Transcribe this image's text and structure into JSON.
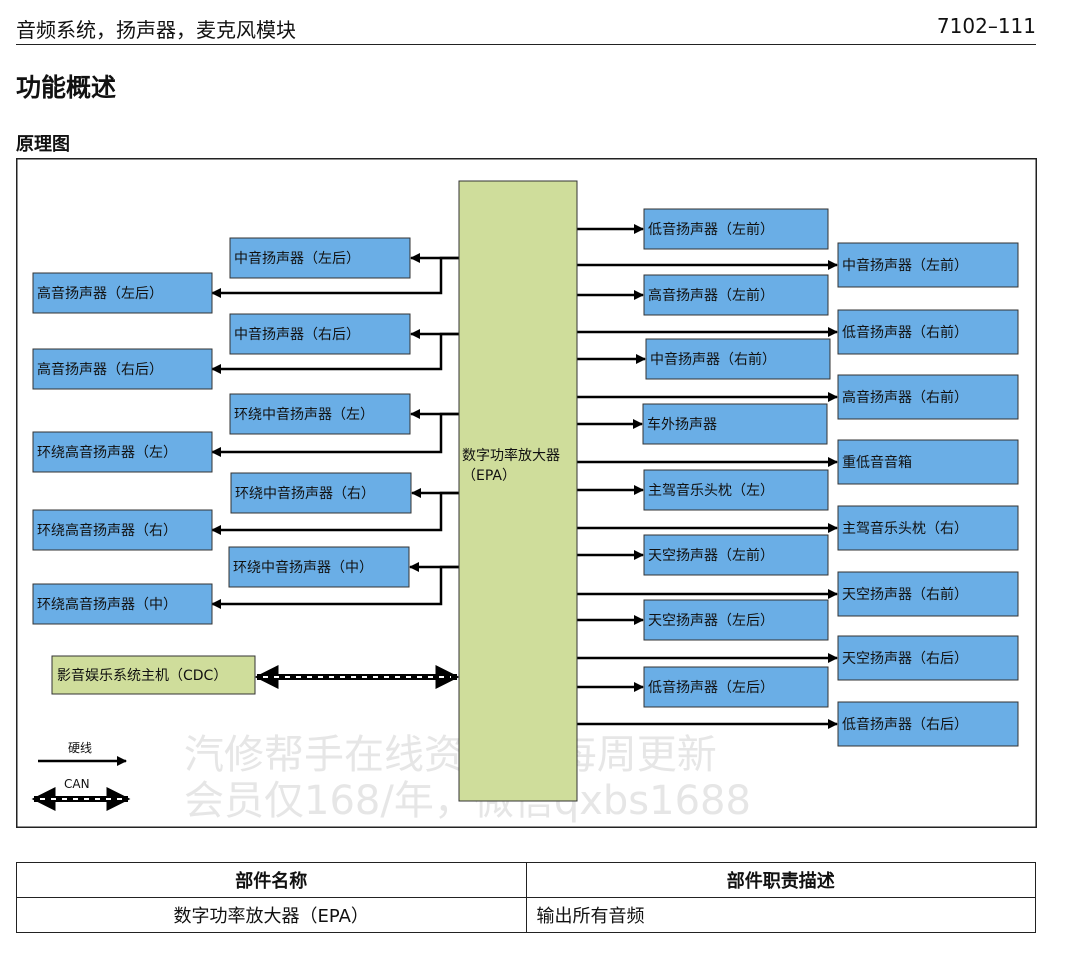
{
  "header": {
    "title": "音频系统，扬声器，麦克风模块",
    "page_number": "7102–111"
  },
  "section_title": "功能概述",
  "subsection_title": "原理图",
  "diagram": {
    "amplifier": {
      "line1": "数字功率放大器",
      "line2": "（EPA）"
    },
    "cdc": "影音娱乐系统主机（CDC）",
    "left_inner": [
      "中音扬声器（左后）",
      "中音扬声器（右后）",
      "环绕中音扬声器（左）",
      "环绕中音扬声器（右）",
      "环绕中音扬声器（中）"
    ],
    "left_outer": [
      "高音扬声器（左后）",
      "高音扬声器（右后）",
      "环绕高音扬声器（左）",
      "环绕高音扬声器（右）",
      "环绕高音扬声器（中）"
    ],
    "right_near": [
      "低音扬声器（左前）",
      "高音扬声器（左前）",
      "中音扬声器（右前）",
      "车外扬声器",
      "主驾音乐头枕（左）",
      "天空扬声器（左前）",
      "天空扬声器（左后）",
      "低音扬声器（左后）"
    ],
    "right_far": [
      "中音扬声器（左前）",
      "低音扬声器（右前）",
      "高音扬声器（右前）",
      "重低音音箱",
      "主驾音乐头枕（右）",
      "天空扬声器（右前）",
      "天空扬声器（右后）",
      "低音扬声器（右后）"
    ],
    "legend": {
      "hardwire": "硬线",
      "can": "CAN"
    },
    "watermark": [
      "汽修帮手在线资料库,每周更新",
      "会员仅168/年，微信qxbs1688"
    ],
    "colors": {
      "speaker_box": "#6aaee6",
      "module_box": "#cfdd9b"
    }
  },
  "table": {
    "headers": [
      "部件名称",
      "部件职责描述"
    ],
    "rows": [
      [
        "数字功率放大器（EPA）",
        "输出所有音频"
      ]
    ]
  }
}
